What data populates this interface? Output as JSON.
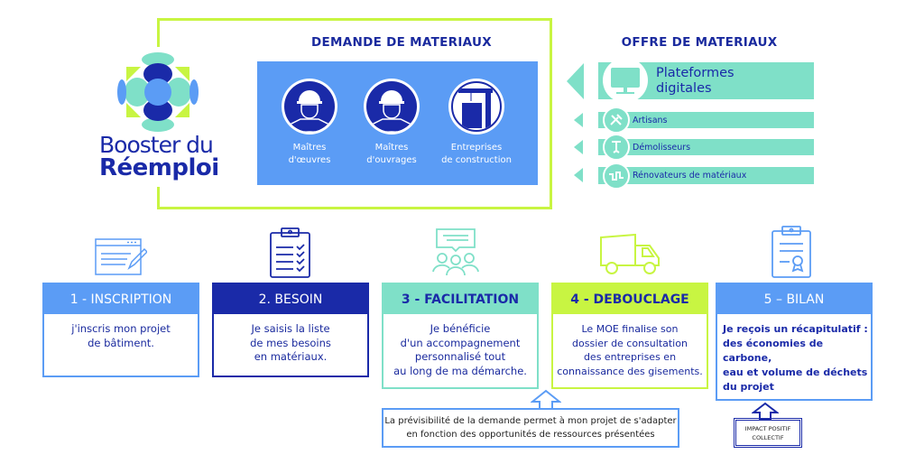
{
  "logo": {
    "line1": "Booster du",
    "line2": "Réemploi"
  },
  "demand": {
    "title": "DEMANDE DE MATERIAUX",
    "actors": [
      {
        "icon": "worker-helmet-icon",
        "line1": "Maîtres",
        "line2": "d'œuvres"
      },
      {
        "icon": "engineer-helmet-icon",
        "line1": "Maîtres",
        "line2": "d'ouvrages"
      },
      {
        "icon": "crane-building-icon",
        "line1": "Entreprises",
        "line2": "de construction"
      }
    ]
  },
  "offer": {
    "title": "OFFRE DE MATERIAUX",
    "items": [
      {
        "icon": "monitor-icon",
        "line1": "Plateformes",
        "line2": "digitales"
      },
      {
        "icon": "tools-icon",
        "label": "Artisans"
      },
      {
        "icon": "jackhammer-icon",
        "label": "Démolisseurs"
      },
      {
        "icon": "pipe-icon",
        "label": "Rénovateurs de matériaux"
      }
    ]
  },
  "steps": [
    {
      "icon": "form-edit-icon",
      "title": "1 - INSCRIPTION",
      "lines": [
        "j'inscris mon projet",
        "de bâtiment."
      ]
    },
    {
      "icon": "checklist-icon",
      "title": "2. BESOIN",
      "lines": [
        "Je saisis la liste",
        "de mes besoins",
        "en matériaux."
      ]
    },
    {
      "icon": "group-discussion-icon",
      "title": "3 - FACILITATION",
      "lines": [
        "Je bénéficie",
        "d'un accompagnement",
        "personnalisé tout",
        "au long de ma démarche."
      ]
    },
    {
      "icon": "dump-truck-icon",
      "title": "4 - DEBOUCLAGE",
      "lines": [
        "Le MOE finalise son",
        "dossier de consultation",
        "des entreprises en",
        "connaissance des gisements."
      ]
    },
    {
      "icon": "certificate-icon",
      "title": "5 – BILAN",
      "lines": [
        "Je reçois un récapitulatif :",
        "des économies de carbone,",
        "eau et volume de déchets",
        "du projet"
      ]
    }
  ],
  "note": {
    "line1": "La prévisibilité de la demande permet à mon projet de s'adapter",
    "line2": "en fonction des opportunités de ressources présentées"
  },
  "impact": {
    "line1": "IMPACT POSITIF",
    "line2": "COLLECTIF"
  },
  "colors": {
    "navy": "#1a2aa8",
    "blue": "#5b9cf5",
    "teal": "#7fe0c8",
    "lime": "#c8f542"
  }
}
